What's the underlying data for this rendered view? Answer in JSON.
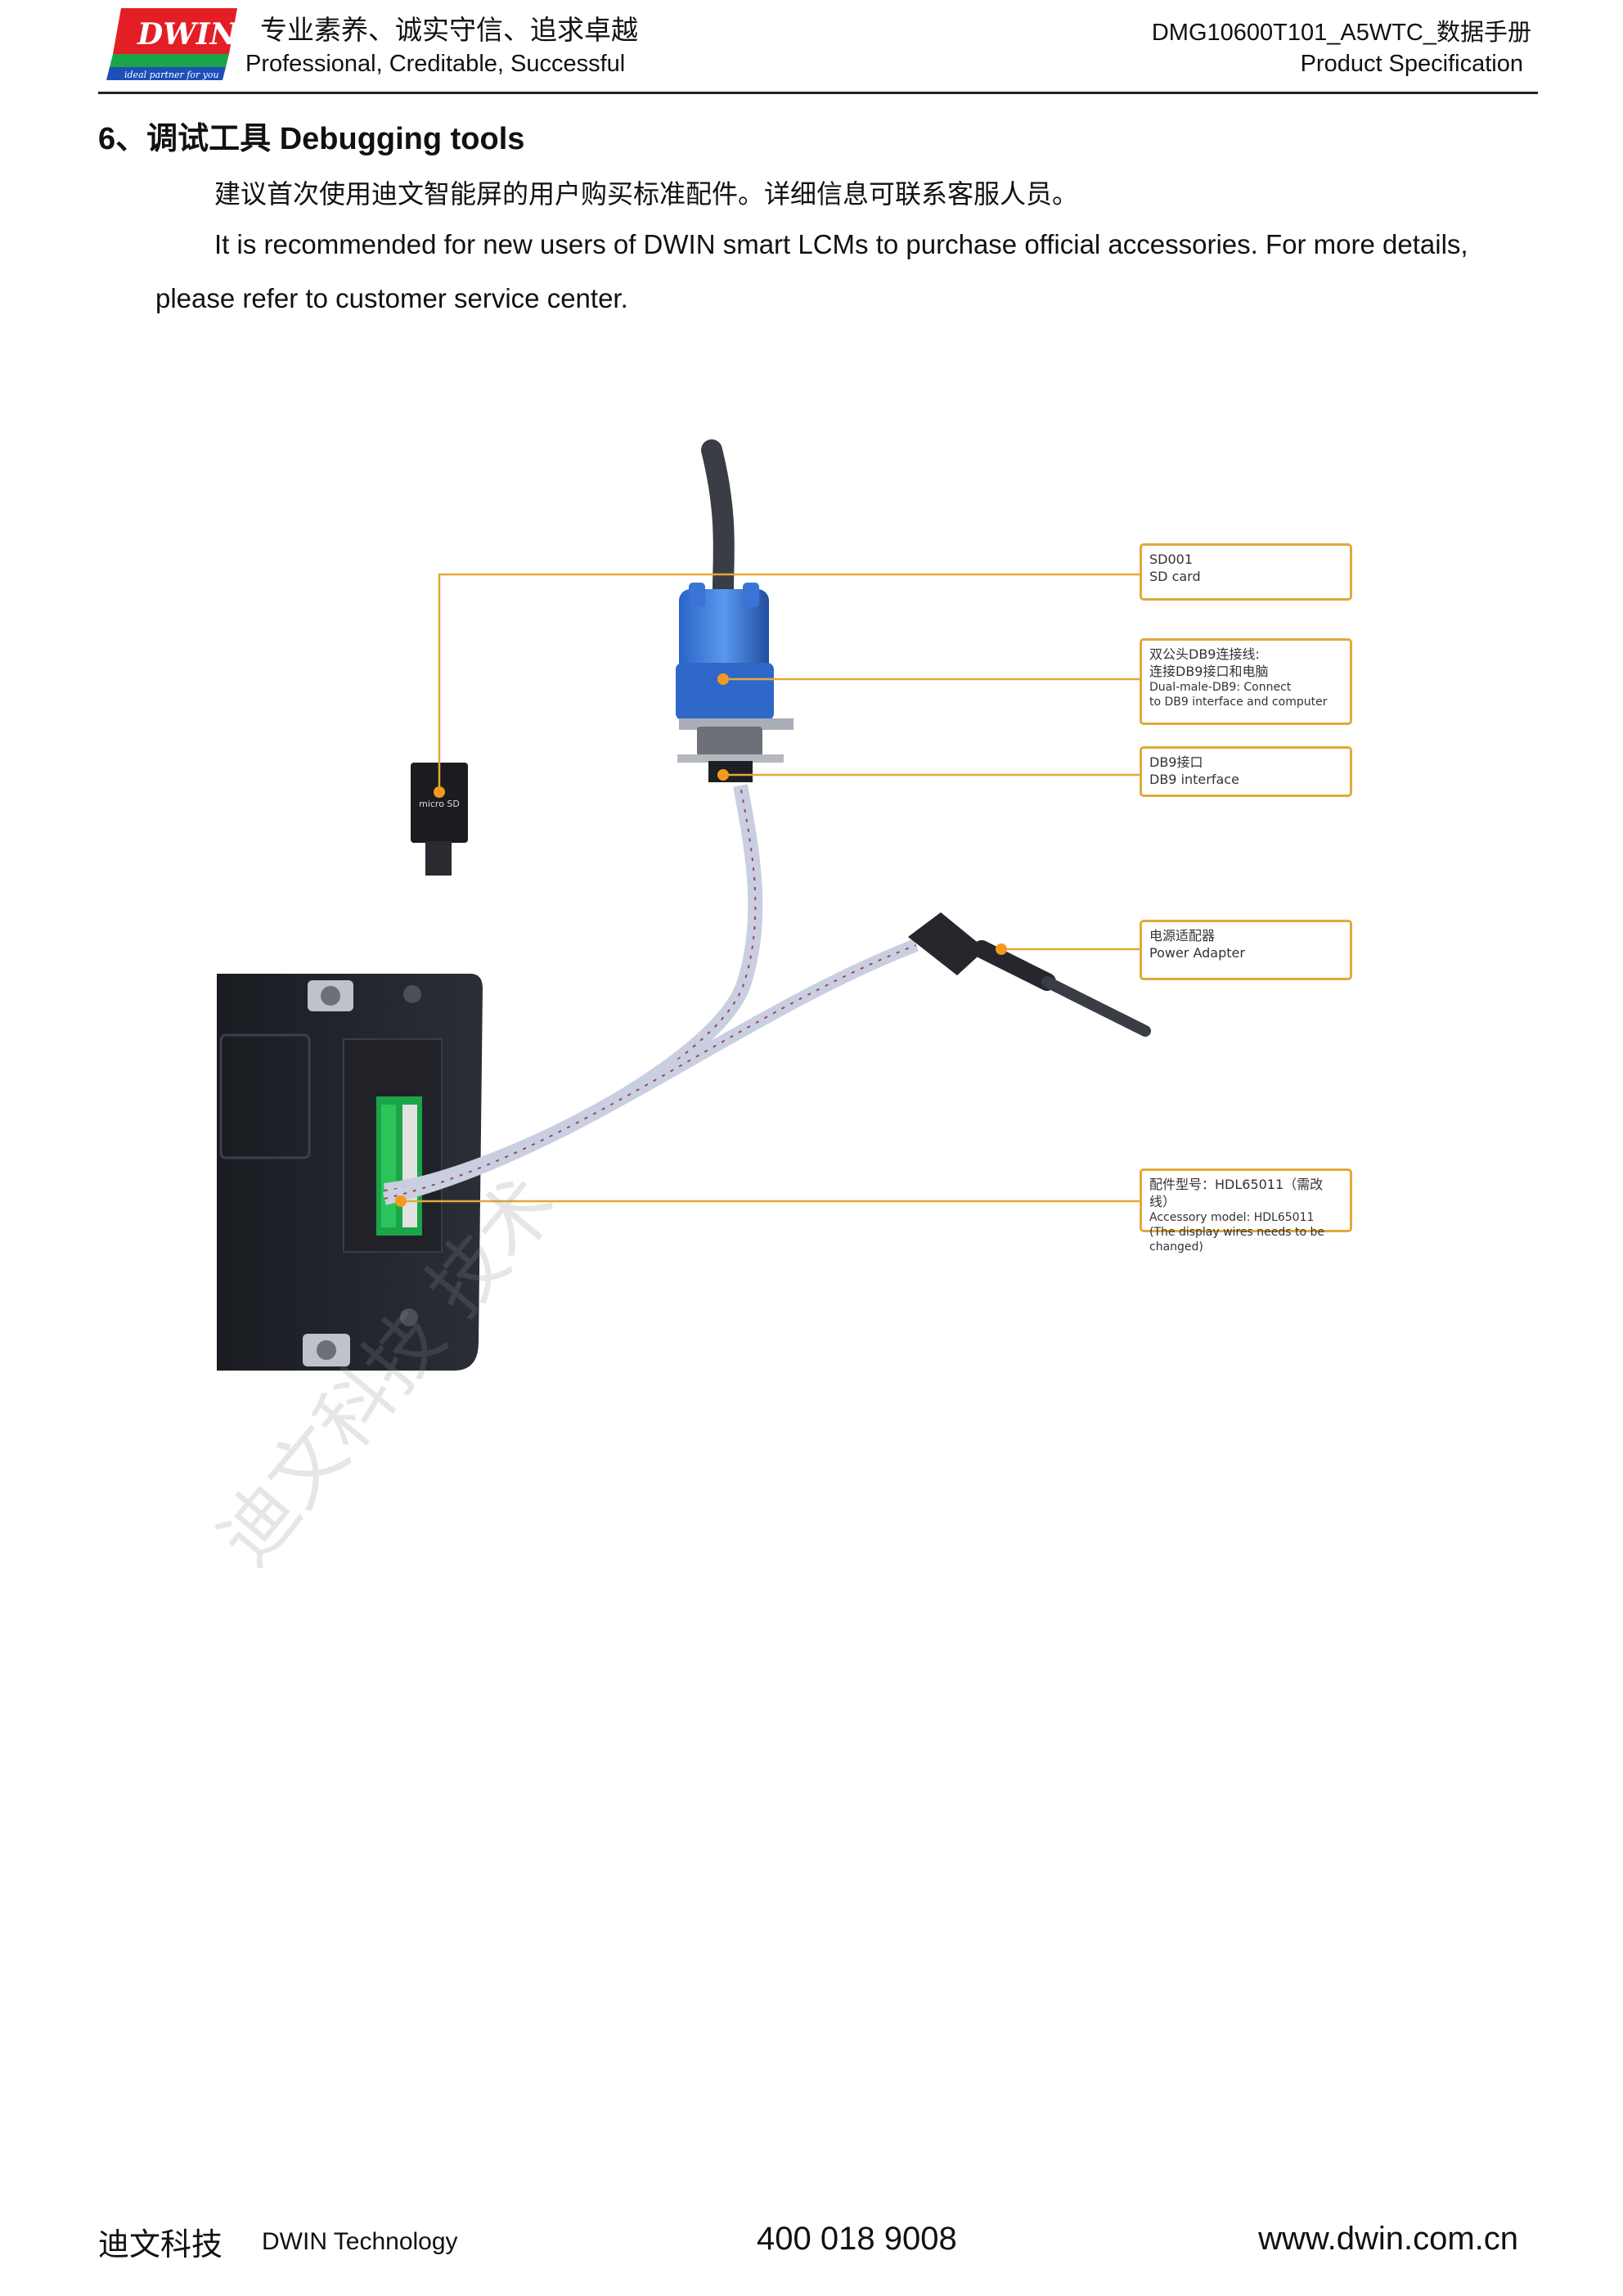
{
  "header": {
    "logo_text": "DWIN",
    "logo_tagline": "ideal partner for you",
    "slogan_cn": "专业素养、诚实守信、追求卓越",
    "slogan_en": "Professional, Creditable, Successful",
    "doc_id": "DMG10600T101_A5WTC_数据手册",
    "doc_type": "Product Specification"
  },
  "section": {
    "title": "6、调试工具 Debugging tools",
    "para_cn": "建议首次使用迪文智能屏的用户购买标准配件。详细信息可联系客服人员。",
    "para_en_line1": "It is recommended for new users of DWIN smart LCMs to purchase official accessories. For more details,",
    "para_en_line2": "please refer to customer service center."
  },
  "figure": {
    "sd_card_label": "micro SD",
    "callouts": [
      {
        "line1": "SD001",
        "line2": "SD card"
      },
      {
        "line1": "双公头DB9连接线:",
        "line2": "连接DB9接口和电脑",
        "line3": "Dual-male-DB9: Connect",
        "line4": "to DB9 interface and computer"
      },
      {
        "line1": "DB9接口",
        "line2": "DB9 interface"
      },
      {
        "line1": "电源适配器",
        "line2": "Power Adapter"
      },
      {
        "line1": "配件型号：HDL65011（需改线）",
        "line2": "Accessory model: HDL65011",
        "line3": "(The display wires needs to be changed)"
      }
    ],
    "accent_color": "#e0a93a"
  },
  "watermark": "迪文科技  技术",
  "footer": {
    "company_cn": "迪文科技",
    "company_en": "DWIN Technology",
    "phone": "400 018 9008",
    "website": "www.dwin.com.cn"
  }
}
